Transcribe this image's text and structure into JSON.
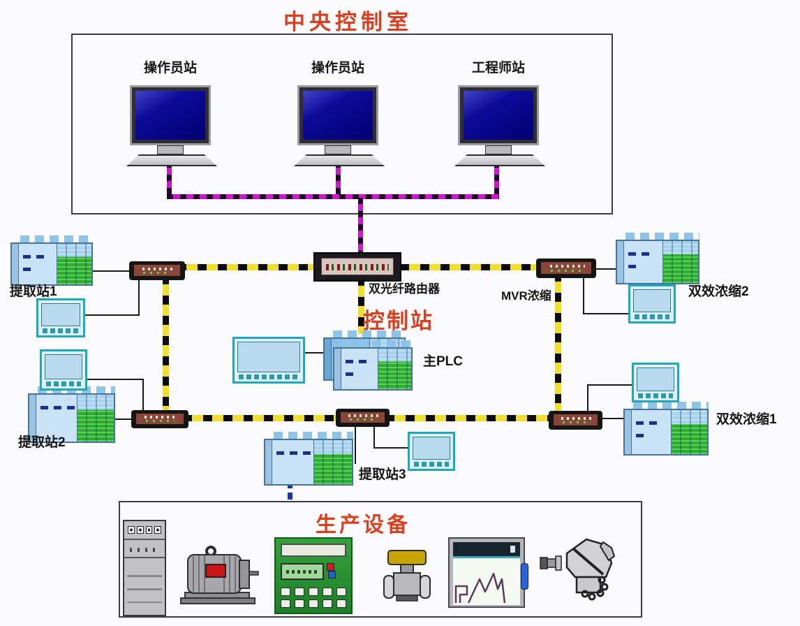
{
  "control_room": {
    "title": "中央控制室",
    "workstations": [
      {
        "label": "操作员站"
      },
      {
        "label": "操作员站"
      },
      {
        "label": "工程师站"
      }
    ]
  },
  "network": {
    "router_label": "双光纤路由器",
    "control_station_title": "控制站",
    "main_plc_label": "主PLC"
  },
  "field_stations": [
    {
      "label": "提取站1"
    },
    {
      "label": "提取站2"
    },
    {
      "label": "提取站3"
    },
    {
      "label": "MVR浓缩"
    },
    {
      "label": "双效浓缩2"
    },
    {
      "label": "双效浓缩1"
    }
  ],
  "production": {
    "title": "生产设备",
    "equipment_icons": [
      "control-cabinet-icon",
      "electric-motor-icon",
      "operator-keypad-panel-icon",
      "control-valve-icon",
      "chart-recorder-icon",
      "temperature-transmitter-icon"
    ]
  },
  "colors": {
    "heading_red": "#d84020",
    "bus_magenta": "#cf16cf",
    "ring_yellow": "#f0df2e",
    "link_blue": "#1b35b5",
    "plc_blue": "#c9e2f5",
    "module_green": "#28b028",
    "monitor_screen_blue": "#00008e"
  }
}
